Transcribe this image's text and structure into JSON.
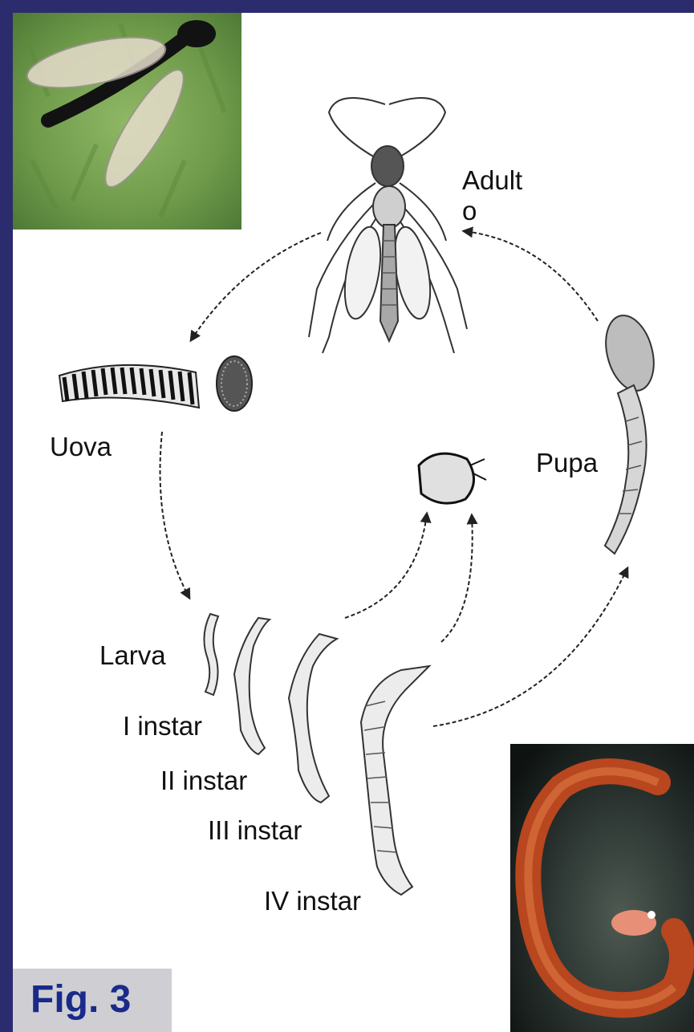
{
  "figure": {
    "label": "Fig. 3",
    "label_color": "#1a2a8a",
    "frame_color": "#2b2c6e"
  },
  "stages": {
    "adult": "Adult\no",
    "eggs": "Uova",
    "pupa": "Pupa",
    "larva": "Larva",
    "instar_1": "I instar",
    "instar_2": "II instar",
    "instar_3": "III instar",
    "instar_4": "IV instar"
  },
  "photos": {
    "top_left": "adult-midge-photo",
    "bottom_right": "red-larva-photo"
  }
}
